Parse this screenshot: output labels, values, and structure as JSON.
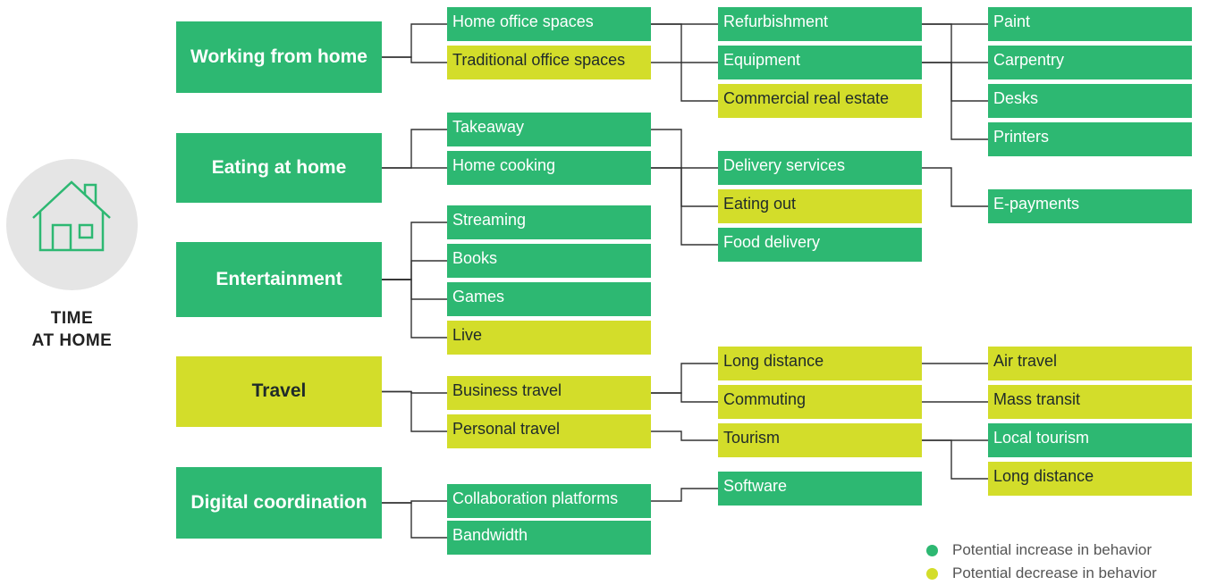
{
  "colors": {
    "increase": "#2db872",
    "decrease": "#d3dd2a",
    "line": "#333333"
  },
  "hub": {
    "line1": "TIME",
    "line2": "AT HOME",
    "icon": "house-icon"
  },
  "categories": [
    {
      "id": "wfh",
      "label": "Working from home",
      "trend": "increase"
    },
    {
      "id": "eat",
      "label": "Eating at home",
      "trend": "increase"
    },
    {
      "id": "ent",
      "label": "Entertainment",
      "trend": "increase"
    },
    {
      "id": "trv",
      "label": "Travel",
      "trend": "decrease"
    },
    {
      "id": "dig",
      "label": "Digital coordination",
      "trend": "increase"
    }
  ],
  "nodes": [
    {
      "id": "home-office",
      "label": "Home office spaces",
      "trend": "increase"
    },
    {
      "id": "trad-office",
      "label": "Traditional office spaces",
      "trend": "decrease"
    },
    {
      "id": "refurb",
      "label": "Refurbishment",
      "trend": "increase"
    },
    {
      "id": "equip",
      "label": "Equipment",
      "trend": "increase"
    },
    {
      "id": "cre",
      "label": "Commercial real estate",
      "trend": "decrease"
    },
    {
      "id": "paint",
      "label": "Paint",
      "trend": "increase"
    },
    {
      "id": "carpentry",
      "label": "Carpentry",
      "trend": "increase"
    },
    {
      "id": "desks",
      "label": "Desks",
      "trend": "increase"
    },
    {
      "id": "printers",
      "label": "Printers",
      "trend": "increase"
    },
    {
      "id": "takeaway",
      "label": "Takeaway",
      "trend": "increase"
    },
    {
      "id": "home-cooking",
      "label": "Home cooking",
      "trend": "increase"
    },
    {
      "id": "delivery-services",
      "label": "Delivery services",
      "trend": "increase"
    },
    {
      "id": "eating-out",
      "label": "Eating out",
      "trend": "decrease"
    },
    {
      "id": "food-delivery",
      "label": "Food delivery",
      "trend": "increase"
    },
    {
      "id": "e-payments",
      "label": "E-payments",
      "trend": "increase"
    },
    {
      "id": "streaming",
      "label": "Streaming",
      "trend": "increase"
    },
    {
      "id": "books",
      "label": "Books",
      "trend": "increase"
    },
    {
      "id": "games",
      "label": "Games",
      "trend": "increase"
    },
    {
      "id": "live",
      "label": "Live",
      "trend": "decrease"
    },
    {
      "id": "business-travel",
      "label": "Business travel",
      "trend": "decrease"
    },
    {
      "id": "personal-travel",
      "label": "Personal travel",
      "trend": "decrease"
    },
    {
      "id": "long-distance",
      "label": "Long distance",
      "trend": "decrease"
    },
    {
      "id": "commuting",
      "label": "Commuting",
      "trend": "decrease"
    },
    {
      "id": "tourism",
      "label": "Tourism",
      "trend": "decrease"
    },
    {
      "id": "air-travel",
      "label": "Air travel",
      "trend": "decrease"
    },
    {
      "id": "mass-transit",
      "label": "Mass transit",
      "trend": "decrease"
    },
    {
      "id": "local-tourism",
      "label": "Local tourism",
      "trend": "increase"
    },
    {
      "id": "long-distance-tourism",
      "label": "Long distance",
      "trend": "decrease"
    },
    {
      "id": "collab",
      "label": "Collaboration platforms",
      "trend": "increase"
    },
    {
      "id": "bandwidth",
      "label": "Bandwidth",
      "trend": "increase"
    },
    {
      "id": "software",
      "label": "Software",
      "trend": "increase"
    }
  ],
  "links": [
    [
      "wfh",
      "home-office"
    ],
    [
      "wfh",
      "trad-office"
    ],
    [
      "home-office",
      "refurb"
    ],
    [
      "home-office",
      "equip"
    ],
    [
      "trad-office",
      "cre"
    ],
    [
      "refurb",
      "paint"
    ],
    [
      "refurb",
      "carpentry"
    ],
    [
      "equip",
      "desks"
    ],
    [
      "equip",
      "printers"
    ],
    [
      "eat",
      "takeaway"
    ],
    [
      "eat",
      "home-cooking"
    ],
    [
      "takeaway",
      "delivery-services"
    ],
    [
      "home-cooking",
      "eating-out"
    ],
    [
      "home-cooking",
      "food-delivery"
    ],
    [
      "delivery-services",
      "e-payments"
    ],
    [
      "ent",
      "streaming"
    ],
    [
      "ent",
      "books"
    ],
    [
      "ent",
      "games"
    ],
    [
      "ent",
      "live"
    ],
    [
      "trv",
      "business-travel"
    ],
    [
      "trv",
      "personal-travel"
    ],
    [
      "business-travel",
      "long-distance"
    ],
    [
      "business-travel",
      "commuting"
    ],
    [
      "personal-travel",
      "tourism"
    ],
    [
      "long-distance",
      "air-travel"
    ],
    [
      "commuting",
      "mass-transit"
    ],
    [
      "tourism",
      "local-tourism"
    ],
    [
      "tourism",
      "long-distance-tourism"
    ],
    [
      "dig",
      "collab"
    ],
    [
      "dig",
      "bandwidth"
    ],
    [
      "collab",
      "software"
    ]
  ],
  "legend": [
    {
      "label": "Potential increase in behavior",
      "trend": "increase"
    },
    {
      "label": "Potential decrease in behavior",
      "trend": "decrease"
    }
  ]
}
